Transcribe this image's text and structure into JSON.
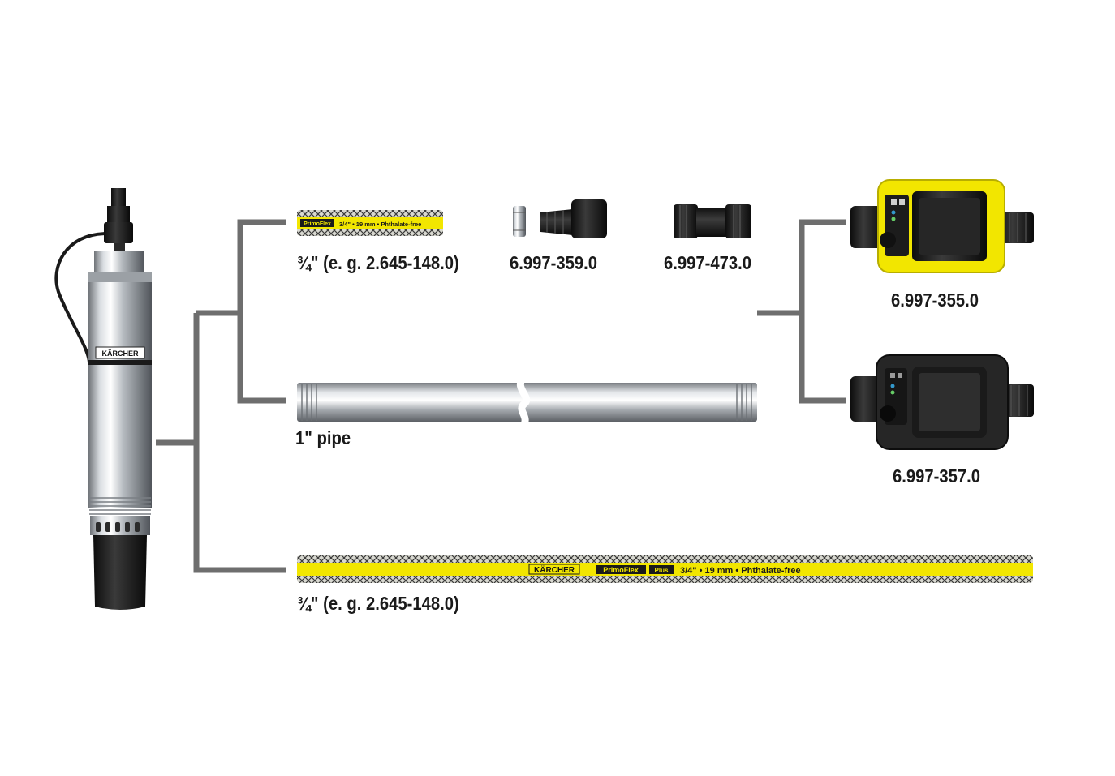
{
  "colors": {
    "connector": "#6e6e6e",
    "hose_yellow": "#f2e600",
    "pump_steel": "#c9cdd1",
    "device_black": "#1c1c1c"
  },
  "labels": {
    "hose_top": "¾\" (e. g. 2.645-148.0)",
    "fitting_a": "6.997-359.0",
    "fitting_b": "6.997-473.0",
    "pipe": "1\" pipe",
    "controller_yellow": "6.997-355.0",
    "controller_black": "6.997-357.0",
    "hose_bottom": "¾\" (e. g. 2.645-148.0)"
  },
  "hose_print": {
    "brand": "KÄRCHER",
    "line": "PrimoFlex",
    "plus": "Plus",
    "spec": "3/4\" • 19 mm • Phthalate-free"
  },
  "pump": {
    "brand": "KÄRCHER"
  },
  "icons": [
    "pump-image",
    "garden-hose-image",
    "fitting-image",
    "steel-pipe-image",
    "pump-controller-image"
  ]
}
